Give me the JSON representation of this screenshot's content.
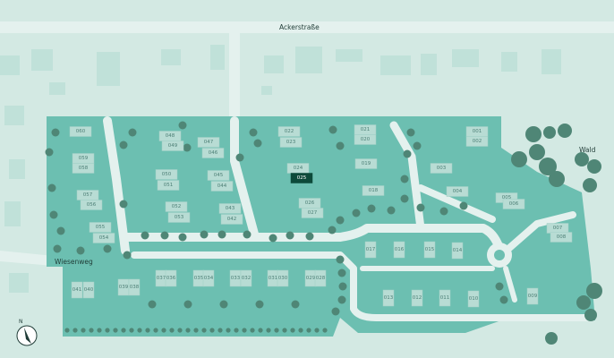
{
  "streets": {
    "north": "Ackerstraße",
    "west": "Wiesenweg"
  },
  "area_labels": {
    "forest": "Wald"
  },
  "compass": {
    "label": "N"
  },
  "colors": {
    "background": "#d3e9e3",
    "site": "#6cbfb1",
    "road": "#e4f1ee",
    "house": "#b8dcd4",
    "tree": "#4f8676",
    "highlight": "#0d4a3a",
    "neighbor_building": "#c0e1d9"
  },
  "selected_lot": "025",
  "lots": [
    "060",
    "059",
    "058",
    "057",
    "056",
    "055",
    "054",
    "048",
    "049",
    "050",
    "051",
    "052",
    "053",
    "047",
    "046",
    "045",
    "044",
    "043",
    "042",
    "022",
    "023",
    "024",
    "025",
    "026",
    "027",
    "021",
    "020",
    "019",
    "018",
    "001",
    "002",
    "003",
    "004",
    "005",
    "006",
    "007",
    "008",
    "017",
    "016",
    "015",
    "014",
    "013",
    "012",
    "011",
    "010",
    "009",
    "041",
    "040",
    "039",
    "038",
    "037",
    "036",
    "035",
    "034",
    "033",
    "032",
    "031",
    "030",
    "029",
    "028"
  ]
}
